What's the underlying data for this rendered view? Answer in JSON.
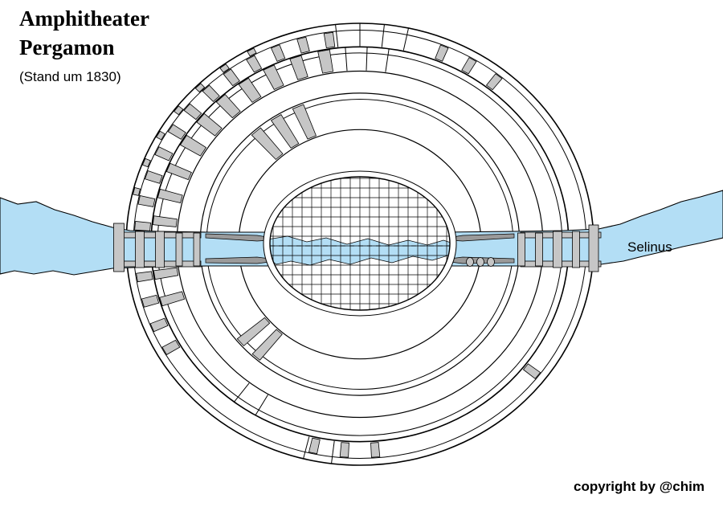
{
  "title": {
    "line1": "Amphitheater",
    "line2": "Pergamon",
    "subtitle": "(Stand um 1830)"
  },
  "labels": {
    "river": "Selinus"
  },
  "footer": {
    "copyright": "copyright by @chim"
  },
  "colors": {
    "background": "#ffffff",
    "line": "#000000",
    "river": "#b3def5",
    "structure_gray": "#c6c6c6",
    "structure_dark_gray": "#9a9a9a"
  }
}
